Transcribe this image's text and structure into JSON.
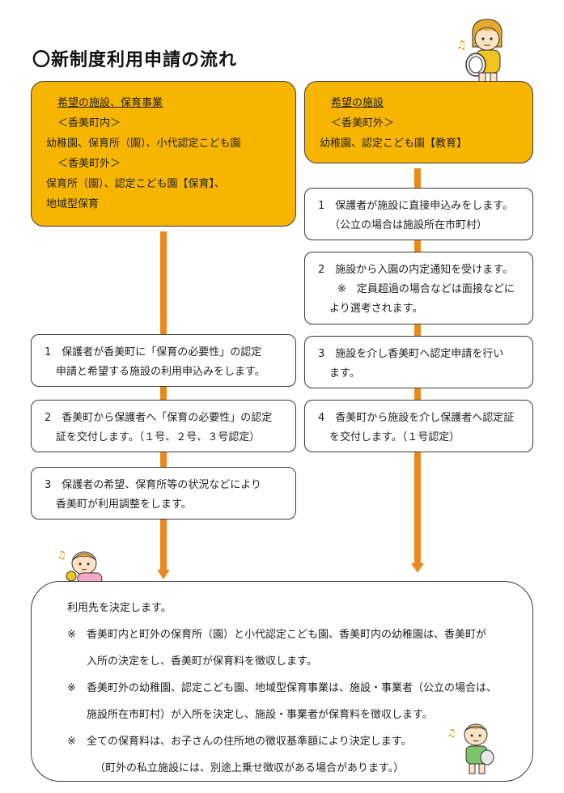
{
  "title": "〇新制度利用申請の流れ",
  "left_box": {
    "heading": "希望の施設、保育事業",
    "lines": [
      "＜香美町内＞",
      "幼稚園、保育所（園）、小代認定こども園",
      "＜香美町外＞",
      "保育所（園）、認定こども園【保育】、",
      "地域型保育"
    ]
  },
  "right_box": {
    "heading": "希望の施設",
    "lines": [
      "＜香美町外＞",
      "幼稚園、認定こども園【教育】"
    ]
  },
  "left_steps": [
    {
      "lines": [
        "1　保護者が香美町に「保育の必要性」の認定",
        "申請と希望する施設の利用申込みをします。"
      ]
    },
    {
      "lines": [
        "2　香美町から保護者へ「保育の必要性」の認定",
        "証を交付します。（１号、２号、３号認定）"
      ]
    },
    {
      "lines": [
        "3　保護者の希望、保育所等の状況などにより",
        "香美町が利用調整をします。"
      ]
    }
  ],
  "right_steps": [
    {
      "lines": [
        "1　保護者が施設に直接申込みをします。",
        "（公立の場合は施設所在市町村）"
      ]
    },
    {
      "lines": [
        "2　施設から入園の内定通知を受けます。",
        "※　定員超過の場合などは面接などに",
        "より選考されます。"
      ]
    },
    {
      "lines": [
        "3　施設を介し香美町へ認定申請を行い",
        "ます。"
      ]
    },
    {
      "lines": [
        "4　香美町から施設を介し保護者へ認定証",
        "を交付します。（１号認定）"
      ]
    }
  ],
  "final_box": {
    "heading": "利用先を決定します。",
    "mark": "※",
    "notes": [
      {
        "first": "香美町内と町外の保育所（園）と小代認定こども園、香美町内の幼稚園は、香美町が",
        "cont": "入所の決定をし、香美町が保育料を徴収します。"
      },
      {
        "first": "香美町外の幼稚園、認定こども園、地域型保育事業は、施設・事業者（公立の場合は、",
        "cont": "施設所在市町村）が入所を決定し、施設・事業者が保育料を徴収します。"
      },
      {
        "first": "全ての保育料は、お子さんの住所地の徴収基準額により決定します。",
        "cont": ""
      }
    ],
    "paren": "（町外の私立施設には、別途上乗せ徴収がある場合があります。）"
  },
  "colors": {
    "orange_box": "#f8b500",
    "arrow": "#ea8a1e",
    "border": "#3a3a3a"
  },
  "icons": [
    "music-note-icon",
    "music-note-icon",
    "music-note-icon"
  ]
}
